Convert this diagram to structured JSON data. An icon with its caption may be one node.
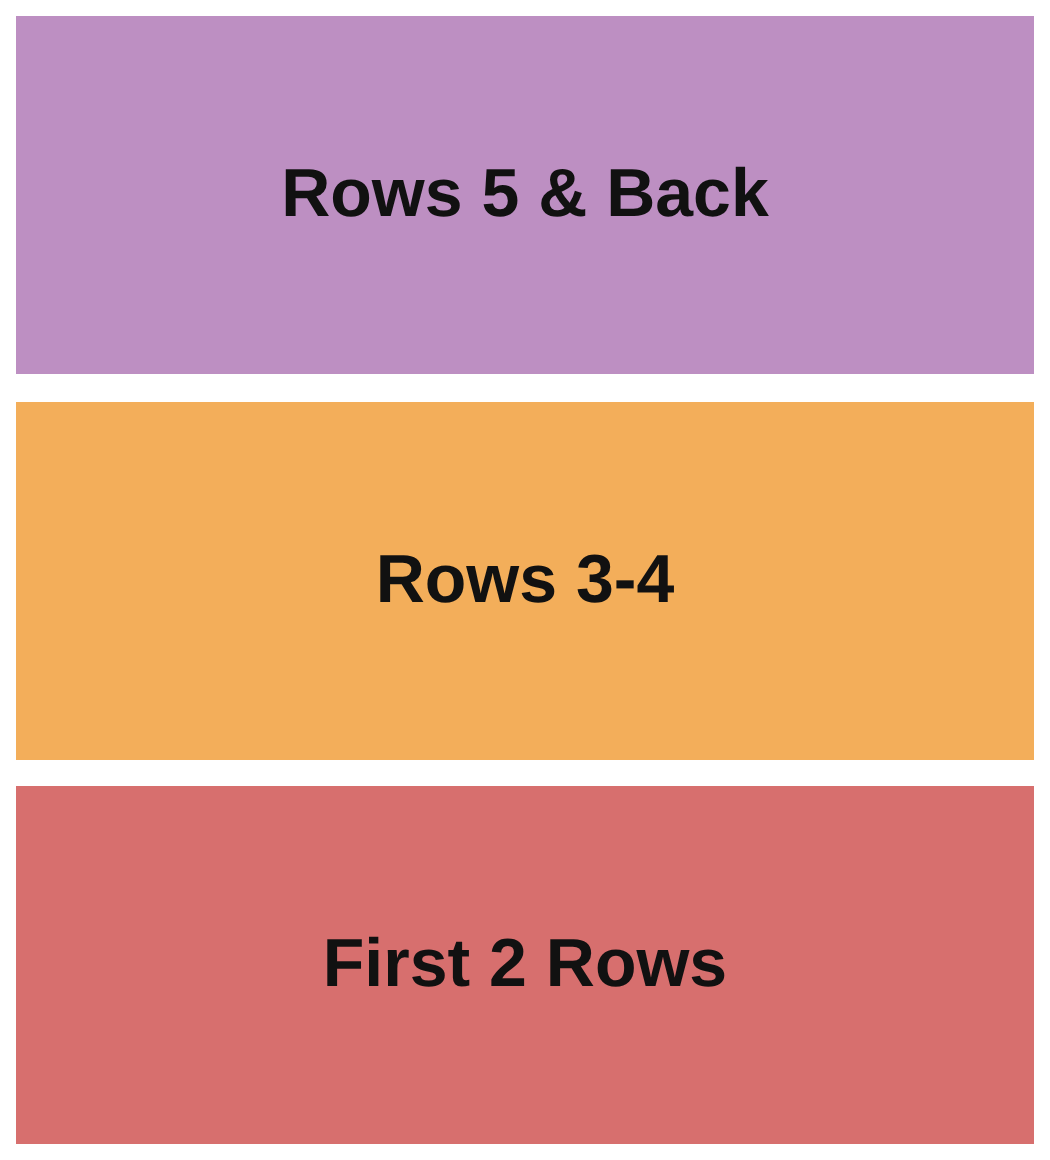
{
  "diagram": {
    "nodes": [
      {
        "text": [
          "Rows 5 & Back"
        ]
      },
      {
        "text": [
          "Rows 3-4"
        ]
      },
      {
        "text": [
          "First 2 Rows"
        ]
      }
    ]
  }
}
